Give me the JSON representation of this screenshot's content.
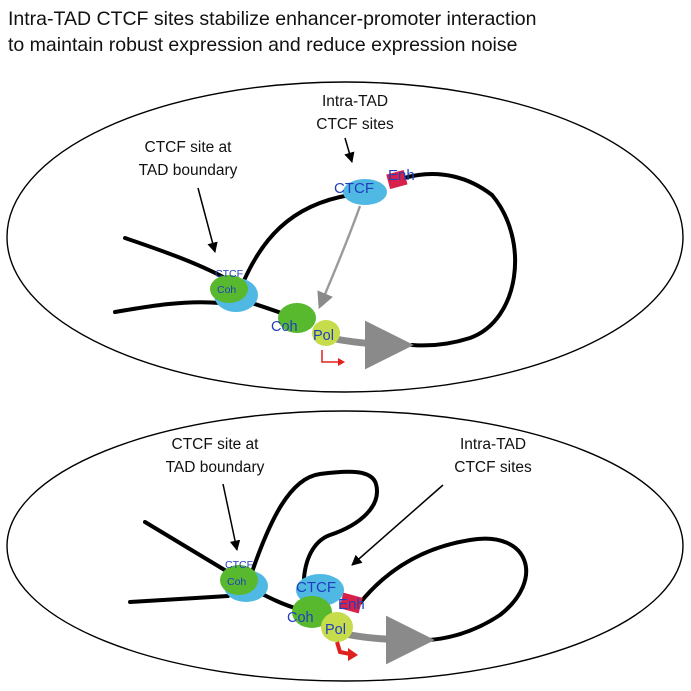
{
  "title": {
    "line1": "Intra-TAD CTCF sites stabilize enhancer-promoter interaction",
    "line2": "to maintain robust expression and reduce expression noise"
  },
  "panel_top": {
    "boundary_label": [
      "CTCF site at",
      "TAD boundary"
    ],
    "intra_label": [
      "Intra-TAD",
      "CTCF sites"
    ],
    "boundary_ctcf": "CTCF",
    "boundary_coh": "Coh",
    "intra_ctcf": "CTCF",
    "enh": "Enh",
    "promoter_coh": "Coh",
    "pol": "Pol"
  },
  "panel_bottom": {
    "boundary_label": [
      "CTCF site at",
      "TAD boundary"
    ],
    "intra_label": [
      "Intra-TAD",
      "CTCF sites"
    ],
    "boundary_ctcf": "CTCF",
    "boundary_coh": "Coh",
    "intra_ctcf": "CTCF",
    "enh": "Enh",
    "promoter_coh": "Coh",
    "pol": "Pol"
  },
  "colors": {
    "ctcf": "#4fb8e3",
    "cohesin": "#58b82e",
    "pol": "#c6dc4a",
    "enhancer": "#d8214a",
    "label_blue": "#1f3fbf",
    "chromatin": "#000000",
    "transcript": "#8a8a8a",
    "tss_arrow": "#e0201c"
  }
}
